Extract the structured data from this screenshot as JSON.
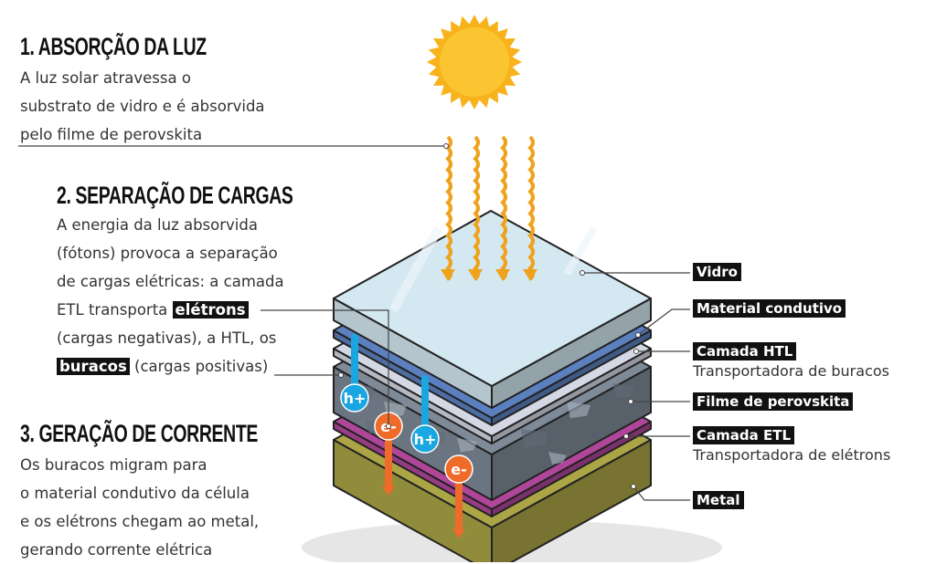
{
  "sections": [
    {
      "title": "1. ABSORÇÃO DA LUZ",
      "lines": [
        "A luz solar atravessa o",
        "substrato de vidro e é absorvida",
        "pelo filme de perovskita"
      ]
    },
    {
      "title": "2. SEPARAÇÃO DE CARGAS",
      "lines": [
        "A energia da luz absorvida",
        "(fótons) provoca a separação",
        "de cargas elétricas: a camada",
        "ETL transporta ",
        "(cargas negativas), a HTL, os",
        " (cargas positivas)"
      ],
      "hl_electrons": "elétrons",
      "hl_holes": "buracos"
    },
    {
      "title": "3. GERAÇÃO DE CORRENTE",
      "lines": [
        "Os buracos migram para",
        "o material condutivo da célula",
        "e os elétrons chegam ao metal,",
        "gerando corrente elétrica"
      ]
    }
  ],
  "labels": [
    {
      "name": "Vidro"
    },
    {
      "name": "Material condutivo"
    },
    {
      "name": "Camada HTL",
      "desc": "Transportadora de buracos"
    },
    {
      "name": "Filme de perovskita"
    },
    {
      "name": "Camada ETL",
      "desc": "Transportadora de elétrons"
    },
    {
      "name": "Metal"
    }
  ],
  "particles": {
    "hole": "h+",
    "electron": "e-"
  },
  "colors": {
    "glass": "#d4e8f2",
    "conductive": "#5b80c0",
    "htl": "#d4d8e4",
    "perovskite": "#7e8a98",
    "etl": "#b0469a",
    "metal": "#aba545",
    "sun": "#f7b21c",
    "ray": "#efa21c",
    "hole": "#1aa6e0",
    "electron": "#ee6b2a"
  }
}
